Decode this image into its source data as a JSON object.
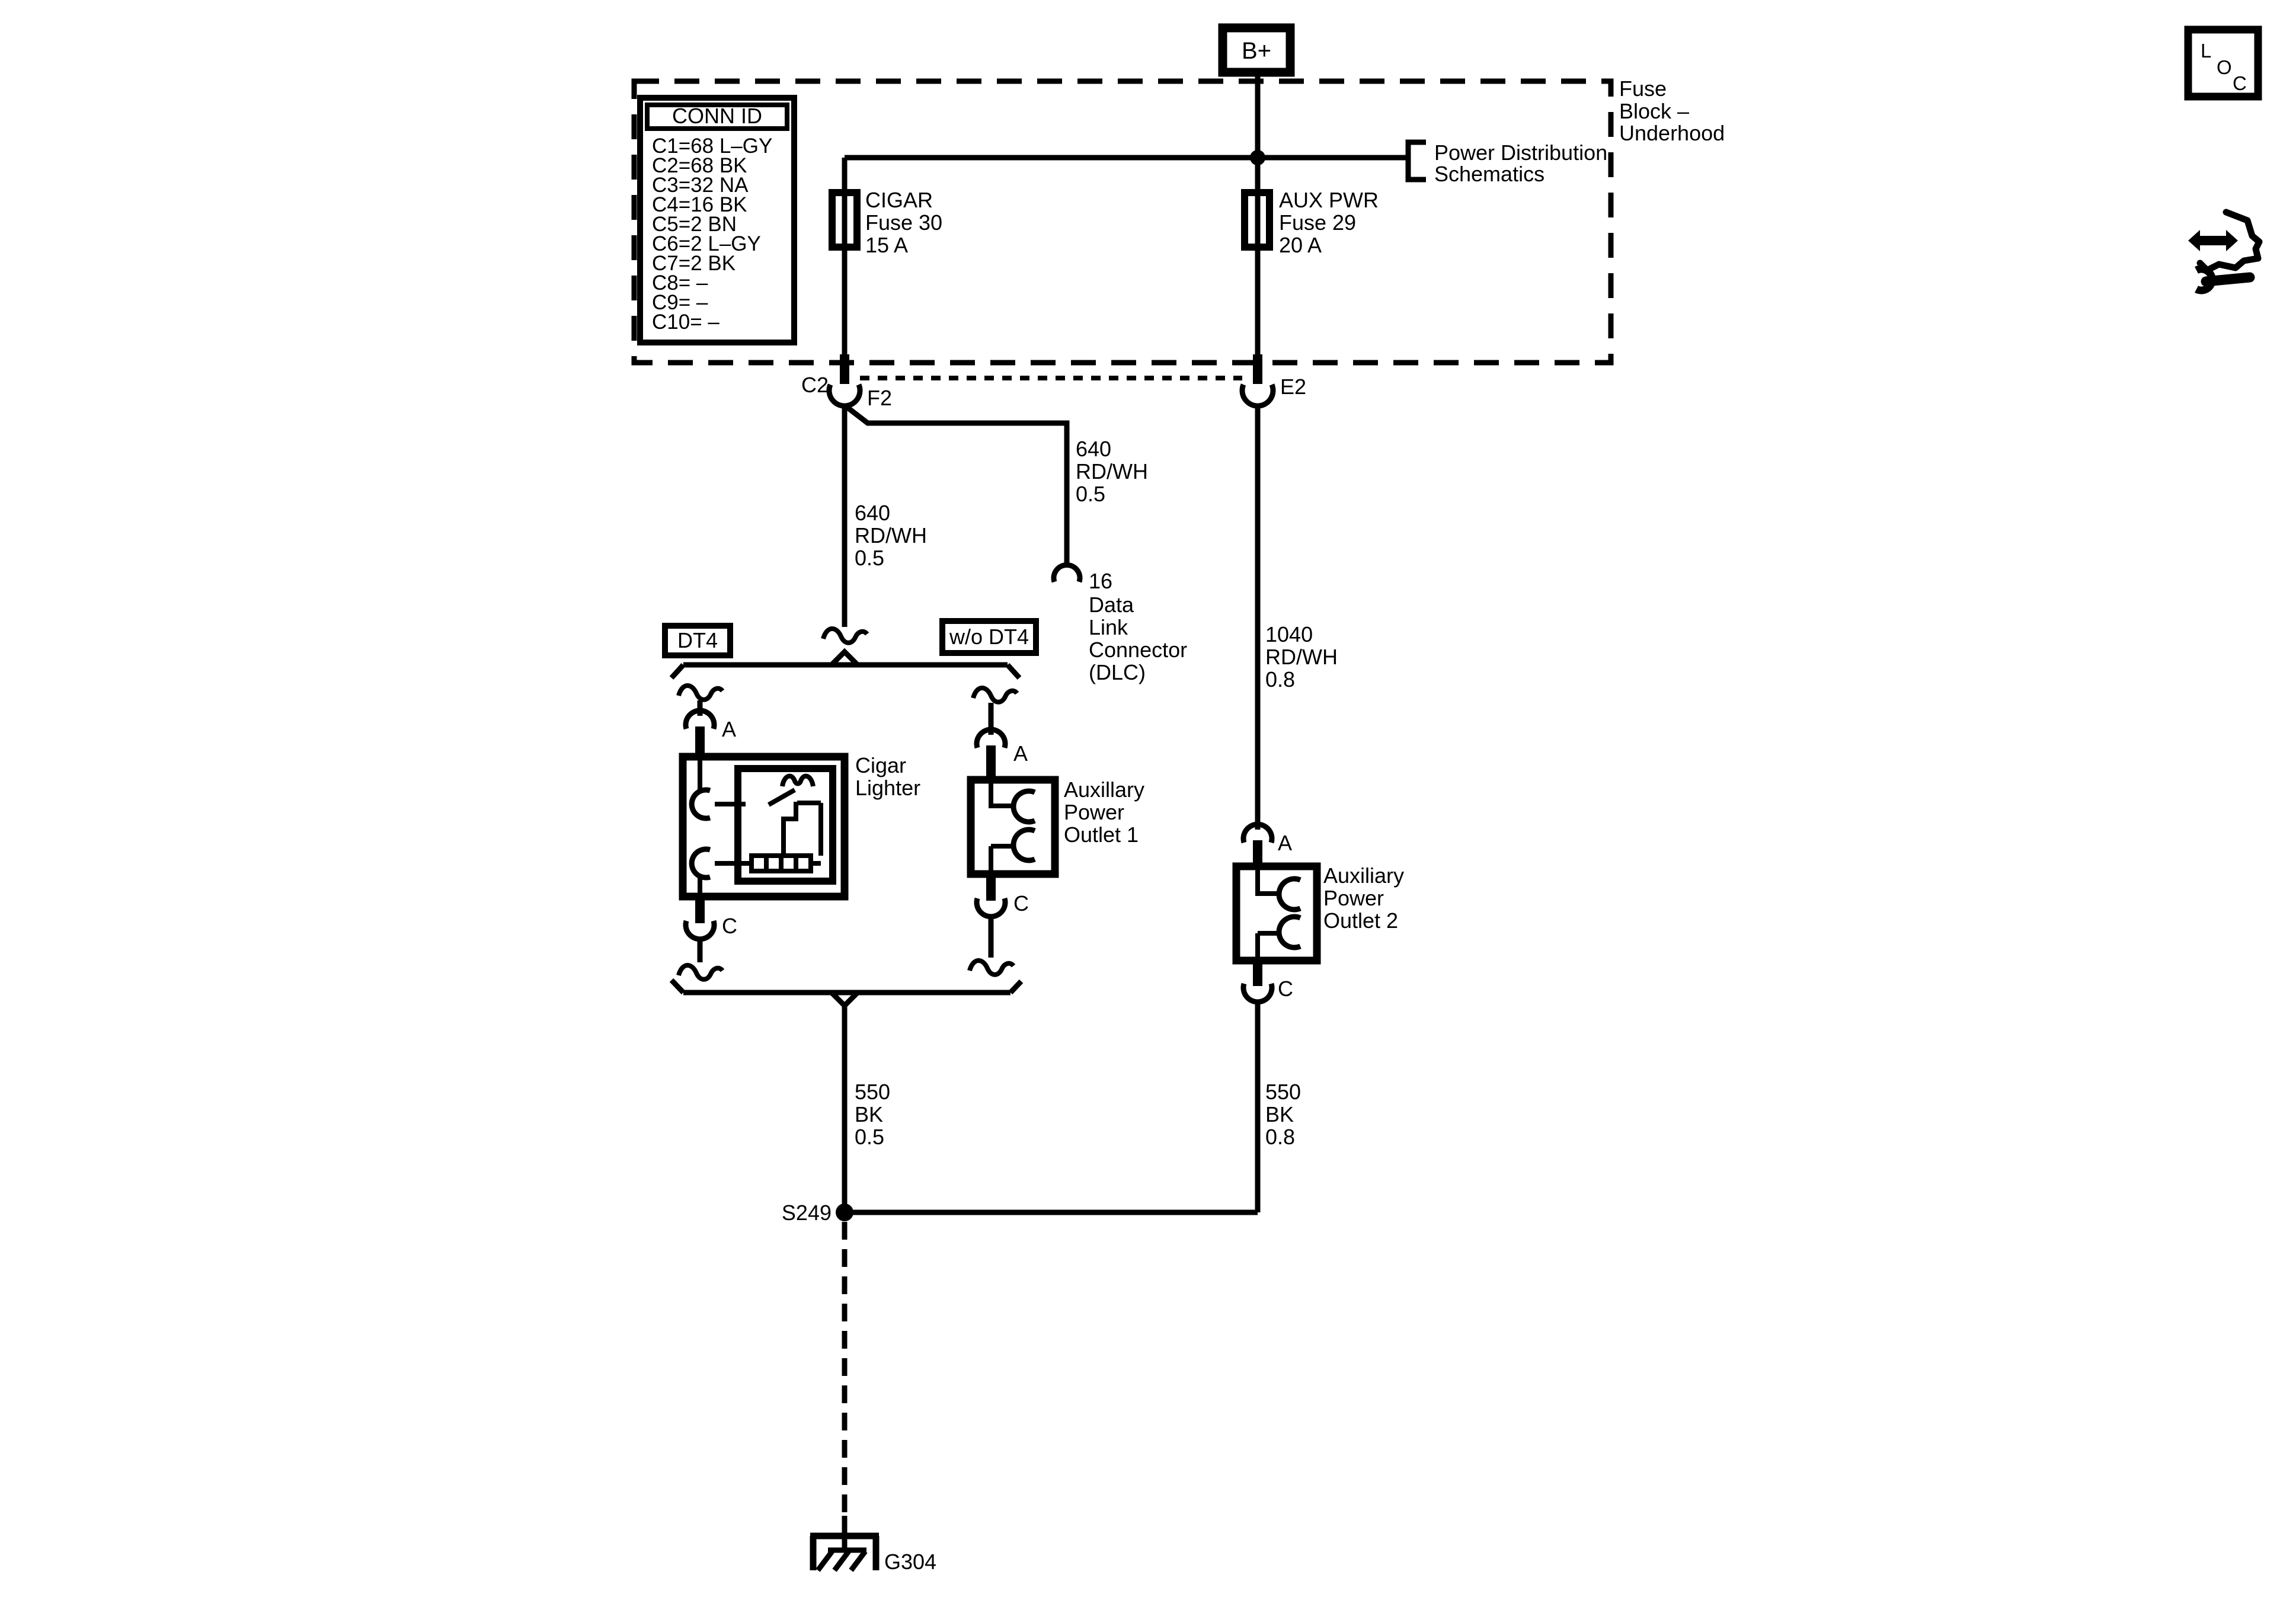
{
  "power": {
    "b_plus": "B+"
  },
  "fuse_block_label": [
    "Fuse",
    "Block –",
    "Underhood"
  ],
  "reference_label": [
    "Power Distribution",
    "Schematics"
  ],
  "conn_id": {
    "header": "CONN ID",
    "entries": [
      "C1=68 L–GY",
      "C2=68 BK",
      "C3=32 NA",
      "C4=16 BK",
      "C5=2 BN",
      "C6=2 L–GY",
      "C7=2 BK",
      "C8= –",
      "C9= –",
      "C10= –"
    ]
  },
  "fuse30": [
    "CIGAR",
    "Fuse 30",
    "15 A"
  ],
  "fuse29": [
    "AUX PWR",
    "Fuse 29",
    "20 A"
  ],
  "conn": {
    "c2": "C2",
    "f2": "F2",
    "e2": "E2"
  },
  "dlc": {
    "pin": "16",
    "label": [
      "Data",
      "Link",
      "Connector",
      "(DLC)"
    ]
  },
  "wire_640_left": [
    "640",
    "RD/WH",
    "0.5"
  ],
  "wire_640_right": [
    "640",
    "RD/WH",
    "0.5"
  ],
  "wire_1040": [
    "1040",
    "RD/WH",
    "0.8"
  ],
  "wire_550_left": [
    "550",
    "BK",
    "0.5"
  ],
  "wire_550_right": [
    "550",
    "BK",
    "0.8"
  ],
  "options": {
    "dt4": "DT4",
    "without_dt4": "w/o DT4"
  },
  "cigar_lighter_label": [
    "Cigar",
    "Lighter"
  ],
  "outlet1_label": [
    "Auxillary",
    "Power",
    "Outlet 1"
  ],
  "outlet2_label": [
    "Auxiliary",
    "Power",
    "Outlet 2"
  ],
  "terminals": {
    "a": "A",
    "c": "C"
  },
  "splice": "S249",
  "ground": "G304",
  "loc_badge": [
    "L",
    "O",
    "C"
  ],
  "colors": {
    "ink": "#000000",
    "background": "#ffffff"
  }
}
